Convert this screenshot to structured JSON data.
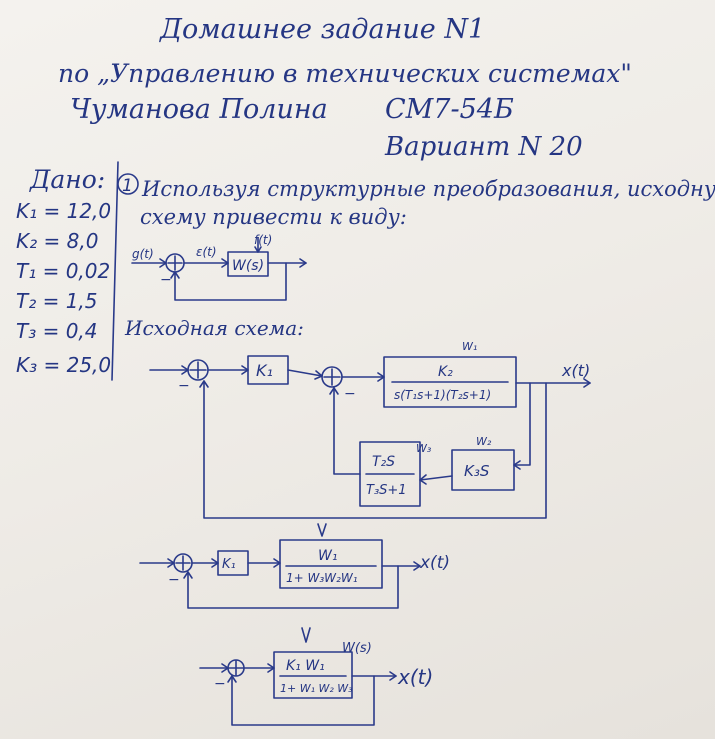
{
  "header": {
    "line1": "Домашнее задание N1",
    "line2": "по „Управлению в технических системах\"",
    "line3_name": "Чуманова Полина",
    "line3_group": "СМ7-54Б",
    "line4": "Вариант N 20"
  },
  "given": {
    "title": "Дано:",
    "params": [
      {
        "text": "K₁ = 12,0"
      },
      {
        "text": "K₂ = 8,0"
      },
      {
        "text": "T₁ = 0,02"
      },
      {
        "text": "T₂ = 1,5"
      },
      {
        "text": "T₃ = 0,4"
      },
      {
        "text": "K₃ = 25,0"
      }
    ]
  },
  "task": {
    "number": "1",
    "line1": "Используя структурные преобразования, исходную",
    "line2": "схему привести к виду:"
  },
  "target_scheme": {
    "input": "g(t)",
    "error": "ε(t)",
    "disturbance": "f(t)",
    "block": "W(s)",
    "minus": "−"
  },
  "original_scheme": {
    "title": "Исходная схема:",
    "k1": "K₁",
    "w1_label": "W₁",
    "w1_num": "K₂",
    "w1_den": "s(T₁s+1)(T₂s+1)",
    "w3_label": "W₃",
    "w3_num": "T₂S",
    "w3_den": "T₃S+1",
    "w2_label": "W₂",
    "w2_block": "K₃S",
    "output": "x(t)",
    "minus": "−"
  },
  "reduced_scheme_1": {
    "k1": "K₁",
    "num": "W₁",
    "den": "1+ W₃W₂W₁",
    "output": "x(t)",
    "minus": "−"
  },
  "reduced_scheme_2": {
    "num": "K₁ W₁",
    "den": "1+ W₁ W₂ W₃",
    "label": "W(s)",
    "output": "x(t)",
    "minus": "−"
  }
}
